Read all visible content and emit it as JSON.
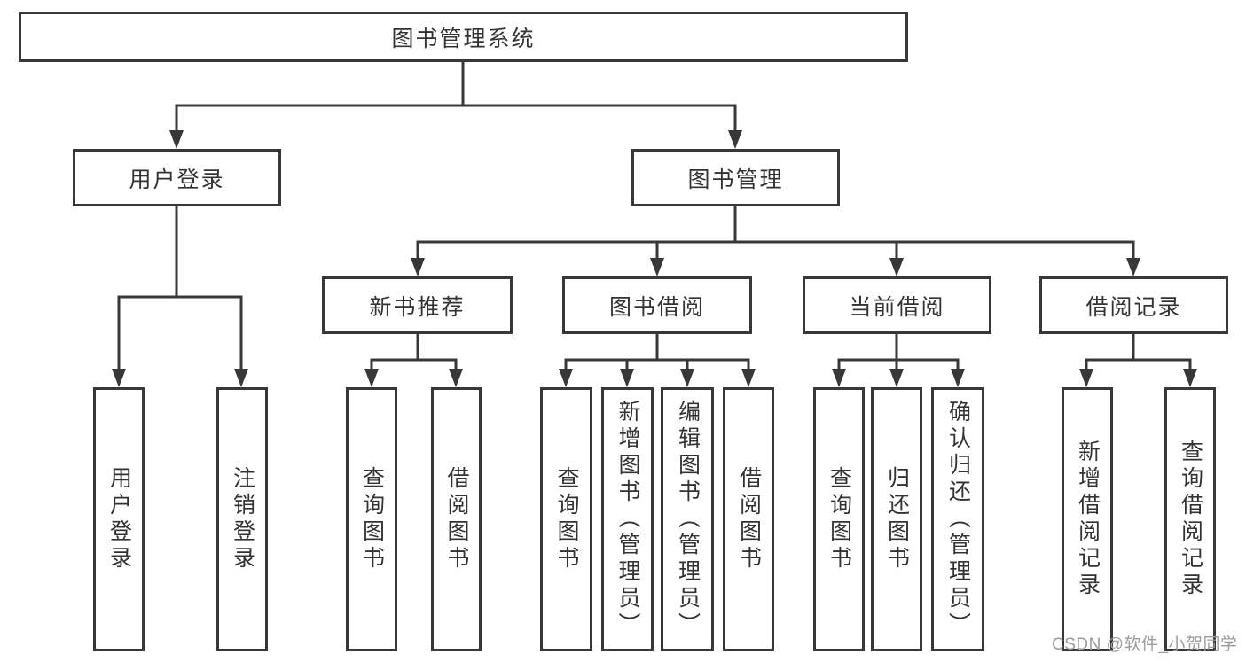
{
  "diagram": {
    "root": {
      "label": "图书管理系统"
    },
    "branches": [
      {
        "label": "用户登录",
        "children": [
          {
            "label": "用户登录"
          },
          {
            "label": "注销登录"
          }
        ]
      },
      {
        "label": "图书管理",
        "children": [
          {
            "label": "新书推荐",
            "children": [
              {
                "label": "查询图书"
              },
              {
                "label": "借阅图书"
              }
            ]
          },
          {
            "label": "图书借阅",
            "children": [
              {
                "label": "查询图书"
              },
              {
                "label": "新增图书（管理员）"
              },
              {
                "label": "编辑图书（管理员）"
              },
              {
                "label": "借阅图书"
              }
            ]
          },
          {
            "label": "当前借阅",
            "children": [
              {
                "label": "查询图书"
              },
              {
                "label": "归还图书"
              },
              {
                "label": "确认归还（管理员）"
              }
            ]
          },
          {
            "label": "借阅记录",
            "children": [
              {
                "label": "新增借阅记录"
              },
              {
                "label": "查询借阅记录"
              }
            ]
          }
        ]
      }
    ]
  },
  "watermark": {
    "text": "CSDN @软件_小贺同学"
  },
  "colors": {
    "line": "#383838",
    "text": "#333333",
    "box_background": "#ffffff",
    "watermark": "#9c9c9c"
  }
}
